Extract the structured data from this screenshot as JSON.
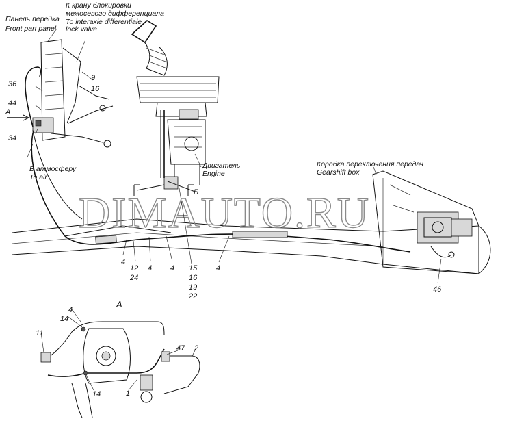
{
  "labels": {
    "front_panel_ru": "Панель передка",
    "front_panel_en": "Front part panel",
    "lock_valve_ru_1": "К крану блокировки",
    "lock_valve_ru_2": "межосевого дифференциала",
    "lock_valve_en_1": "To interaxle differentiale",
    "lock_valve_en_2": "lock valve",
    "air_ru": "В атмосферу",
    "air_en": "To air",
    "engine_ru": "Двигатель",
    "engine_en": "Engine",
    "gearbox_ru": "Коробка переключения передач",
    "gearbox_en": "Gearshift box",
    "view_a": "A",
    "arrow_a": "A",
    "view_b": "Б"
  },
  "watermark": "DIMAUTO.RU",
  "callouts": {
    "c36": "36",
    "c44": "44",
    "c34": "34",
    "c9": "9",
    "c16a": "16",
    "c4a": "4",
    "c12": "12",
    "c24": "24",
    "c4b": "4",
    "c4c": "4",
    "c15": "15",
    "c16b": "16",
    "c19": "19",
    "c22": "22",
    "c4d": "4",
    "c46": "46",
    "c11": "11",
    "c4e": "4",
    "c14a": "14",
    "c14b": "14",
    "c47": "47",
    "c2": "2",
    "c1": "1"
  }
}
